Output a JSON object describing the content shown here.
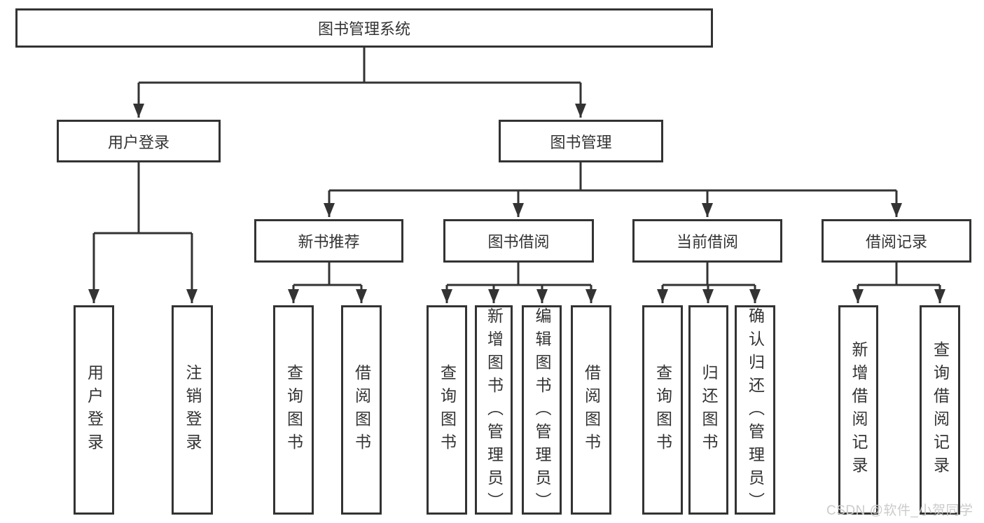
{
  "diagram": {
    "root": {
      "label": "图书管理系统"
    },
    "level2": [
      {
        "label": "用户登录"
      },
      {
        "label": "图书管理"
      }
    ],
    "level3": [
      {
        "label": "新书推荐"
      },
      {
        "label": "图书借阅"
      },
      {
        "label": "当前借阅"
      },
      {
        "label": "借阅记录"
      }
    ],
    "leaves": {
      "user_login": [
        "用户登录",
        "注销登录"
      ],
      "new_book_recommend": [
        "查询图书",
        "借阅图书"
      ],
      "book_borrow": [
        "查询图书",
        "新增图书（管理员）",
        "编辑图书（管理员）",
        "借阅图书"
      ],
      "current_borrow": [
        "查询图书",
        "归还图书",
        "确认归还（管理员）"
      ],
      "borrow_records": [
        "新增借阅记录",
        "查询借阅记录"
      ]
    }
  },
  "watermark": {
    "text": "CSDN @软件_小贺同学"
  },
  "colors": {
    "line": "#333333",
    "text": "#333333",
    "watermark": "#cbcbcb",
    "background": "#ffffff"
  }
}
